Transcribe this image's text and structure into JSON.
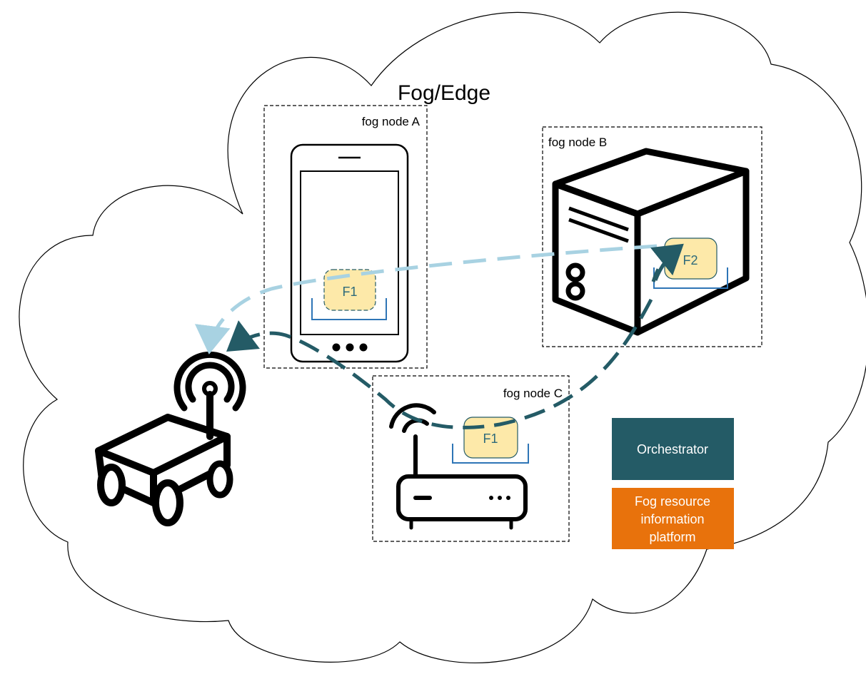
{
  "diagram": {
    "title": "Fog/Edge",
    "nodes": {
      "a": {
        "label": "fog node A",
        "function": "F1"
      },
      "b": {
        "label": "fog node B",
        "function": "F2"
      },
      "c": {
        "label": "fog node C",
        "function": "F1"
      }
    },
    "legend": {
      "orchestrator": "Orchestrator",
      "platform_line1": "Fog resource",
      "platform_line2": "information",
      "platform_line3": "platform"
    },
    "colors": {
      "dark_teal": "#245b66",
      "light_blue": "#a8d2e2",
      "function_fill": "#fde9a9",
      "orange": "#e8720c",
      "bracket_blue": "#2e75b6"
    },
    "icons": [
      "smartphone-icon",
      "server-icon",
      "router-icon",
      "robot-vehicle-icon"
    ]
  }
}
